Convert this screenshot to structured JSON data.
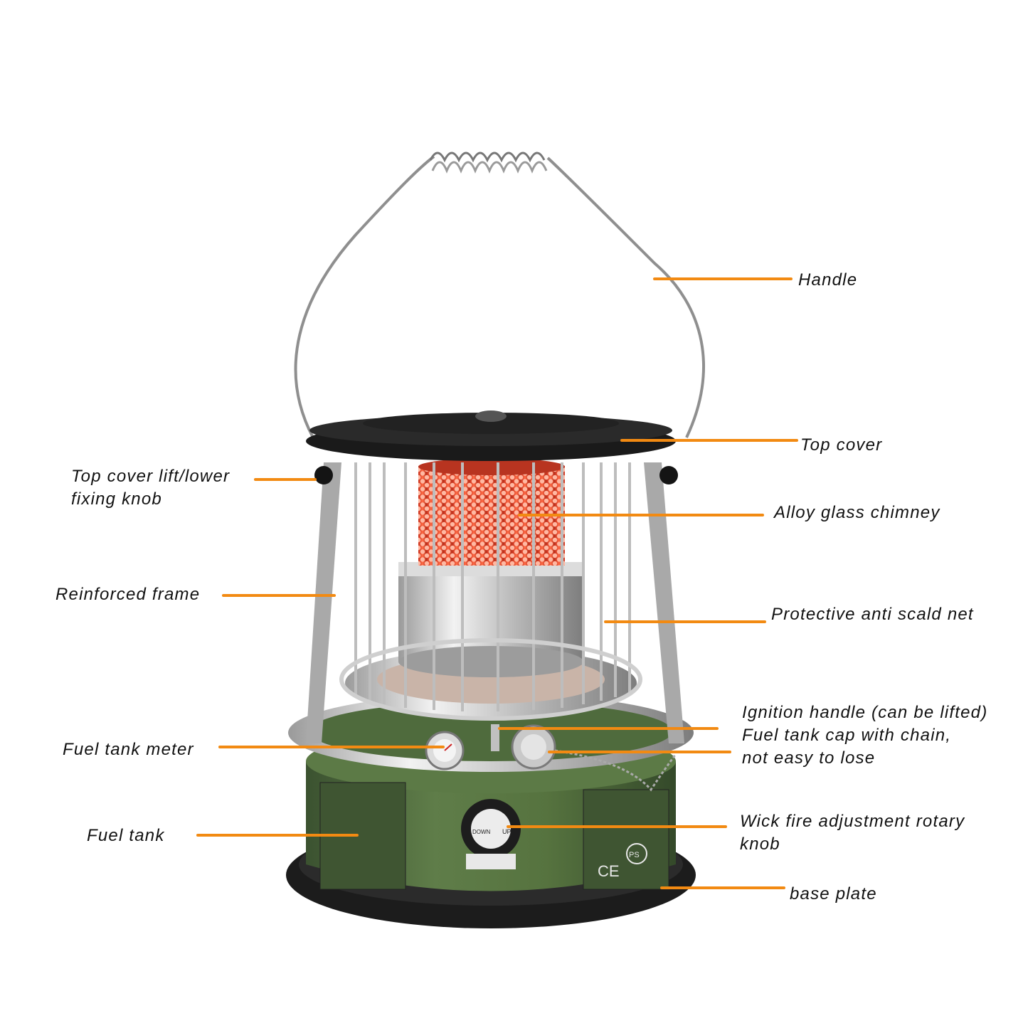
{
  "colors": {
    "leader_line": "#f28a12",
    "label_text": "#111111",
    "background": "#ffffff",
    "tank_green": "#4f6b3d",
    "base_plate": "#1c1c1c",
    "top_cover": "#1a1a1a",
    "chimney_glow": "#f0452b"
  },
  "product": {
    "panel_mark": "CE",
    "ps_mark": "PS",
    "knob_up": "UP",
    "knob_down": "DOWN"
  },
  "callouts": {
    "handle": "Handle",
    "top_cover": "Top cover",
    "top_cover_knob_line1": "Top cover lift/lower",
    "top_cover_knob_line2": "fixing knob",
    "chimney": "Alloy glass chimney",
    "frame": "Reinforced frame",
    "anti_scald_net": "Protective anti scald net",
    "ignition_handle": "Ignition handle (can be lifted)",
    "fuel_cap_line1": "Fuel tank cap with chain,",
    "fuel_cap_line2": "not easy to lose",
    "fuel_meter": "Fuel tank meter",
    "fuel_tank": "Fuel tank",
    "wick_knob_line1": "Wick fire adjustment rotary",
    "wick_knob_line2": "knob",
    "base_plate": "base plate"
  }
}
